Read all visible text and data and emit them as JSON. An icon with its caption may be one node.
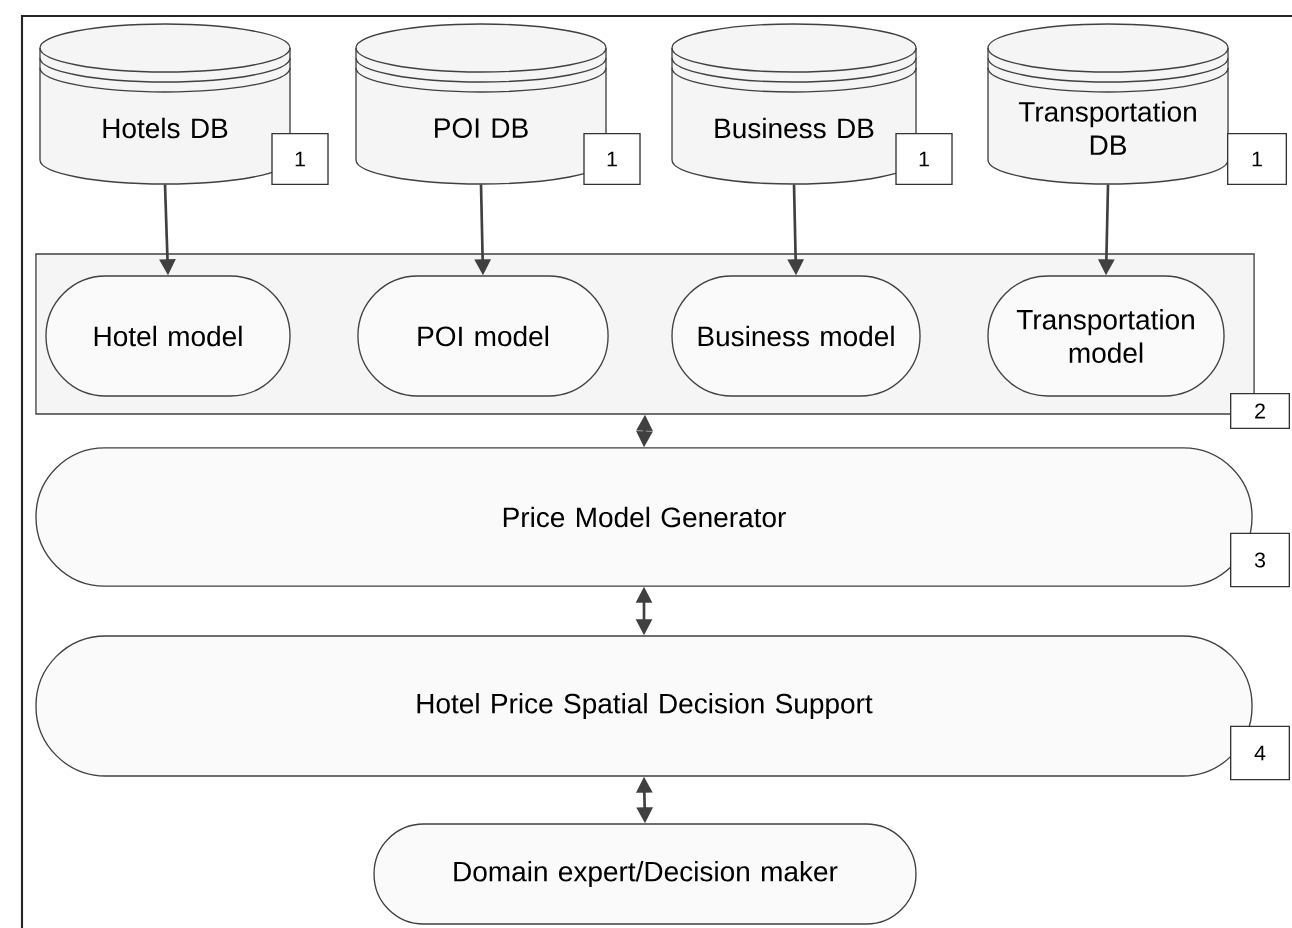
{
  "diagram": {
    "nodes": [
      {
        "text": [
          "Hotels DB"
        ],
        "beside": [
          "1"
        ]
      },
      {
        "text": [
          "POI DB"
        ],
        "beside": [
          "1"
        ]
      },
      {
        "text": [
          "Business DB"
        ],
        "beside": [
          "1"
        ]
      },
      {
        "text": [
          "Transportation DB"
        ],
        "beside": [
          "1"
        ]
      },
      {
        "text": [],
        "shape": "box",
        "beside": [
          "2"
        ]
      },
      {
        "text": [
          "Hotel model"
        ],
        "in": 4
      },
      {
        "text": [
          "POI model"
        ],
        "in": 4
      },
      {
        "text": [
          "Business model"
        ],
        "in": 4
      },
      {
        "text": [
          "Transportation model"
        ],
        "in": 4
      },
      {
        "text": [
          "Price Model Generator"
        ],
        "beside": [
          "3"
        ]
      },
      {
        "text": [
          "Hotel Price Spatial Decision Support"
        ],
        "beside": [
          "4"
        ]
      },
      {
        "text": [
          "Domain expert/Decision maker"
        ]
      }
    ],
    "edges": [
      {
        "from": 0,
        "to": 5,
        "arrow": "to"
      },
      {
        "from": 1,
        "to": 6,
        "arrow": "to"
      },
      {
        "from": 2,
        "to": 7,
        "arrow": "to"
      },
      {
        "from": 3,
        "to": 8,
        "arrow": "to"
      },
      {
        "from": 4,
        "to": 9,
        "arrow": "both"
      },
      {
        "from": 9,
        "to": 10,
        "arrow": "both"
      },
      {
        "from": 10,
        "to": 11,
        "arrow": "both"
      }
    ]
  }
}
